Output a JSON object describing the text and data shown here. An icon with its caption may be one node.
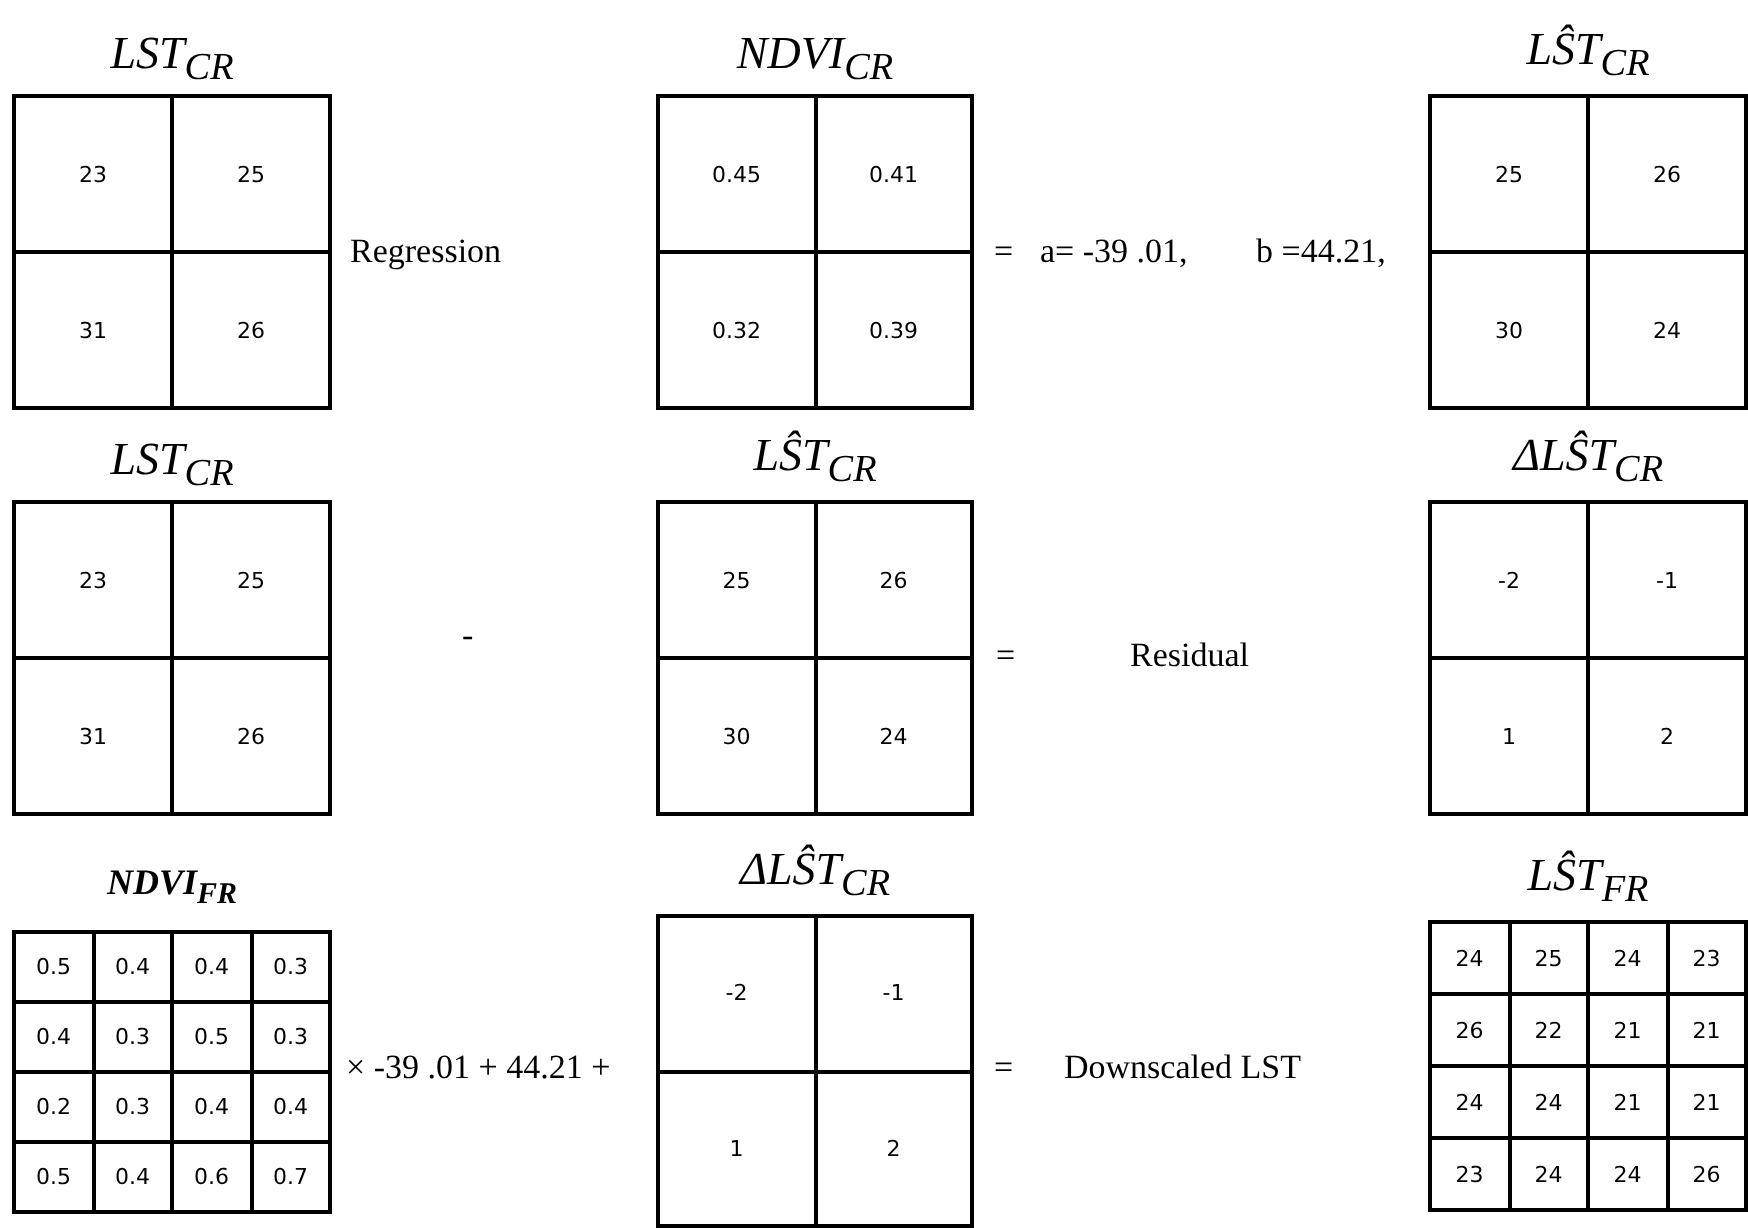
{
  "diagram": {
    "nodes": [
      {
        "text": [
          "LST$_{CR}$"
        ]
      },
      {
        "text": [
          "23"
        ],
        "in": 0
      },
      {
        "text": [
          "25"
        ],
        "in": 0
      },
      {
        "text": [
          "31"
        ],
        "in": 0
      },
      {
        "text": [
          "26"
        ],
        "in": 0
      },
      {
        "text": [
          "NDVI$_{CR}$"
        ]
      },
      {
        "text": [
          "0.45"
        ],
        "in": 5
      },
      {
        "text": [
          "0.41"
        ],
        "in": 5
      },
      {
        "text": [
          "0.32"
        ],
        "in": 5
      },
      {
        "text": [
          "0.39"
        ],
        "in": 5
      },
      {
        "text": [
          "LŜT$_{CR}$"
        ]
      },
      {
        "text": [
          "25"
        ],
        "in": 10
      },
      {
        "text": [
          "26"
        ],
        "in": 10
      },
      {
        "text": [
          "30"
        ],
        "in": 10
      },
      {
        "text": [
          "24"
        ],
        "in": 10
      },
      {
        "text": [
          "LST$_{CR}$"
        ]
      },
      {
        "text": [
          "23"
        ],
        "in": 15
      },
      {
        "text": [
          "25"
        ],
        "in": 15
      },
      {
        "text": [
          "31"
        ],
        "in": 15
      },
      {
        "text": [
          "26"
        ],
        "in": 15
      },
      {
        "text": [
          "LŜT$_{CR}$"
        ]
      },
      {
        "text": [
          "25"
        ],
        "in": 20
      },
      {
        "text": [
          "26"
        ],
        "in": 20
      },
      {
        "text": [
          "30"
        ],
        "in": 20
      },
      {
        "text": [
          "24"
        ],
        "in": 20
      },
      {
        "text": [
          "ΔLŜT$_{CR}$"
        ]
      },
      {
        "text": [
          "-2"
        ],
        "in": 25
      },
      {
        "text": [
          "-1"
        ],
        "in": 25
      },
      {
        "text": [
          "1"
        ],
        "in": 25
      },
      {
        "text": [
          "2"
        ],
        "in": 25
      },
      {
        "text": [
          "NDVI$_{FR}$"
        ]
      },
      {
        "text": [
          "0.5"
        ],
        "in": 30
      },
      {
        "text": [
          "0.4"
        ],
        "in": 30
      },
      {
        "text": [
          "0.4"
        ],
        "in": 30
      },
      {
        "text": [
          "0.3"
        ],
        "in": 30
      },
      {
        "text": [
          "0.4"
        ],
        "in": 30
      },
      {
        "text": [
          "0.3"
        ],
        "in": 30
      },
      {
        "text": [
          "0.5"
        ],
        "in": 30
      },
      {
        "text": [
          "0.3"
        ],
        "in": 30
      },
      {
        "text": [
          "0.2"
        ],
        "in": 30
      },
      {
        "text": [
          "0.3"
        ],
        "in": 30
      },
      {
        "text": [
          "0.4"
        ],
        "in": 30
      },
      {
        "text": [
          "0.4"
        ],
        "in": 30
      },
      {
        "text": [
          "0.5"
        ],
        "in": 30
      },
      {
        "text": [
          "0.4"
        ],
        "in": 30
      },
      {
        "text": [
          "0.6"
        ],
        "in": 30
      },
      {
        "text": [
          "0.7"
        ],
        "in": 30
      },
      {
        "text": [
          "ΔLŜT$_{CR}$"
        ]
      },
      {
        "text": [
          "-2"
        ],
        "in": 47
      },
      {
        "text": [
          "-1"
        ],
        "in": 47
      },
      {
        "text": [
          "1"
        ],
        "in": 47
      },
      {
        "text": [
          "2"
        ],
        "in": 47
      },
      {
        "text": [
          "LŜT$_{FR}$"
        ]
      },
      {
        "text": [
          "24"
        ],
        "in": 52
      },
      {
        "text": [
          "25"
        ],
        "in": 52
      },
      {
        "text": [
          "24"
        ],
        "in": 52
      },
      {
        "text": [
          "23"
        ],
        "in": 52
      },
      {
        "text": [
          "26"
        ],
        "in": 52
      },
      {
        "text": [
          "22"
        ],
        "in": 52
      },
      {
        "text": [
          "21"
        ],
        "in": 52
      },
      {
        "text": [
          "21"
        ],
        "in": 52
      },
      {
        "text": [
          "24"
        ],
        "in": 52
      },
      {
        "text": [
          "24"
        ],
        "in": 52
      },
      {
        "text": [
          "21"
        ],
        "in": 52
      },
      {
        "text": [
          "21"
        ],
        "in": 52
      },
      {
        "text": [
          "23"
        ],
        "in": 52
      },
      {
        "text": [
          "24"
        ],
        "in": 52
      },
      {
        "text": [
          "24"
        ],
        "in": 52
      },
      {
        "text": [
          "26"
        ],
        "in": 52
      }
    ],
    "labels": [
      "Regression",
      "=",
      "a= -39 .01,",
      "b =44.21,",
      "-",
      "=",
      "Residual",
      "× -39 .01 + 44.21 +",
      "=",
      "Downscaled LST"
    ]
  }
}
